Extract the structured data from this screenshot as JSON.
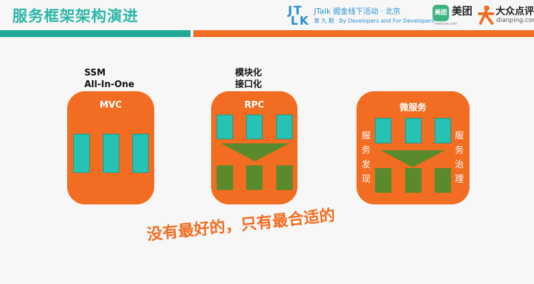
{
  "header": {
    "title": "服务框架架构演进",
    "jtalk_logo": "JTalk",
    "jtalk_line1": "JTalk 掘金线下活动 · 北京",
    "jtalk_line2": "第 九 期 · By Developers and For Developers",
    "meituan_icon": "美团",
    "meituan_text": "美团",
    "meituan_url": "meituan.com",
    "dianping_text": "大众点评",
    "dianping_url": "dianping.com"
  },
  "stages": [
    {
      "label_line1": "SSM",
      "label_line2": "All-In-One",
      "box_title": "MVC"
    },
    {
      "label_line1": "模块化",
      "label_line2": "接口化",
      "box_title": "RPC"
    },
    {
      "box_title": "微服务",
      "side_left": "服务发现",
      "side_right": "服务治理"
    }
  ],
  "slogan": "没有最好的，只有最合适的",
  "colors": {
    "orange": "#f26d21",
    "teal": "#26c2b3",
    "green": "#5a8a2c",
    "title_teal": "#2bb5a8"
  },
  "icons": [
    "jtalk-logo-icon",
    "meituan-logo-icon",
    "dianping-logo-icon",
    "arrow-down-icon"
  ]
}
